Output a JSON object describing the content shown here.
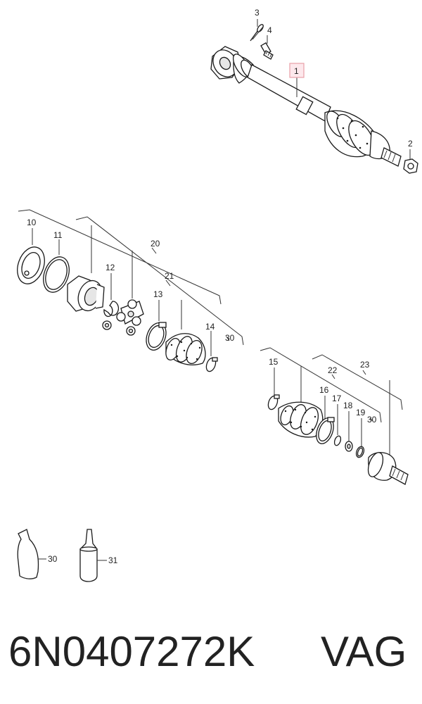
{
  "callouts": {
    "c1": "1",
    "c2": "2",
    "c3": "3",
    "c4": "4",
    "c10": "10",
    "c11": "11",
    "c12": "12",
    "c13": "13",
    "c14": "14",
    "c15": "15",
    "c16": "16",
    "c17": "17",
    "c18": "18",
    "c19": "19",
    "c20": "20",
    "c21": "21",
    "c22": "22",
    "c23": "23",
    "c30a": "30",
    "c30b": "30",
    "c30c": "30",
    "c31": "31"
  },
  "footer": {
    "part_number": "6N0407272K",
    "brand": "VAG"
  },
  "colors": {
    "highlight_box": "#e8a0a8",
    "highlight_fill": "#fde8ec",
    "line": "#333333"
  }
}
